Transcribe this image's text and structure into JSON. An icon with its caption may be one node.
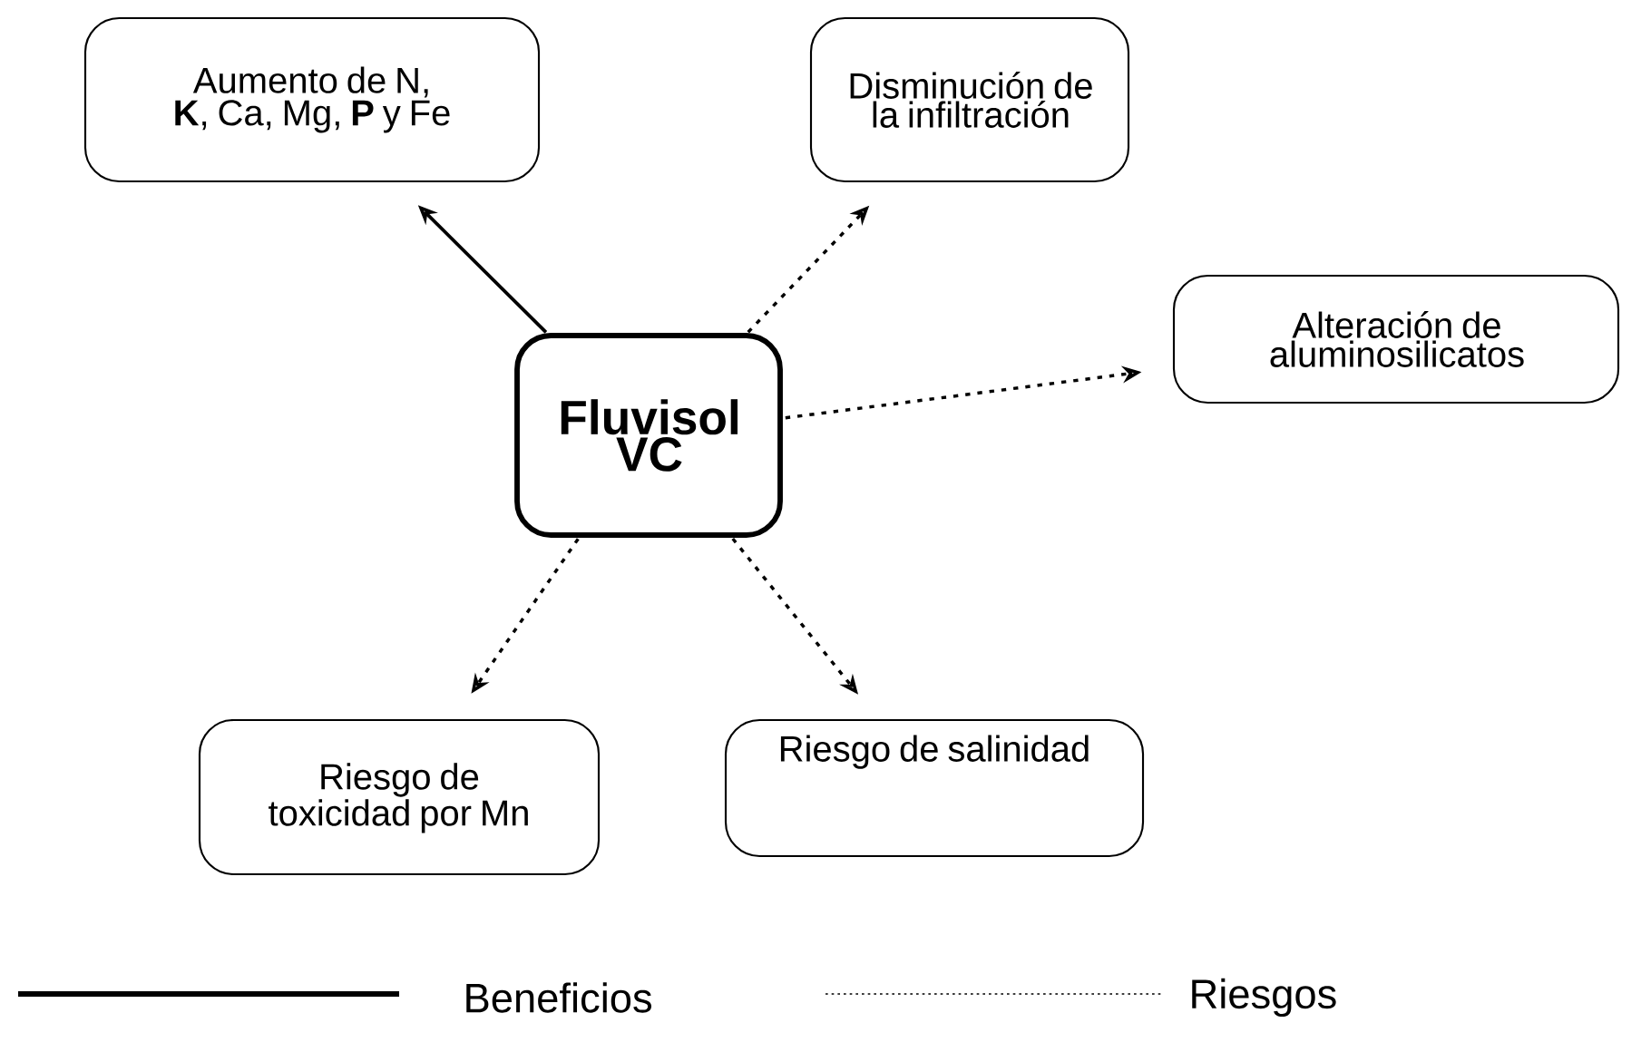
{
  "diagram": {
    "nodes": [
      {
        "text": [
          "Fluvisol VC"
        ]
      },
      {
        "text": [
          "Aumento de N, **K**, Ca, Mg, **P** y Fe"
        ]
      },
      {
        "text": [
          "Disminución de la infiltración"
        ]
      },
      {
        "text": [
          "Alteración de aluminosilicatos"
        ]
      },
      {
        "text": [
          "Riesgo de toxicidad por Mn"
        ]
      },
      {
        "text": [
          "Riesgo de salinidad"
        ]
      }
    ],
    "edges": [
      {
        "from": 0,
        "to": 1,
        "arrow": "to"
      },
      {
        "from": 0,
        "to": 2,
        "arrow": "to",
        "style": "dashed"
      },
      {
        "from": 0,
        "to": 3,
        "arrow": "to",
        "style": "dashed"
      },
      {
        "from": 0,
        "to": 4,
        "arrow": "to",
        "style": "dashed"
      },
      {
        "from": 0,
        "to": 5,
        "arrow": "to",
        "style": "dashed"
      }
    ],
    "legend": [
      {
        "text": "Beneficios"
      },
      {
        "text": "Riesgos"
      }
    ]
  }
}
